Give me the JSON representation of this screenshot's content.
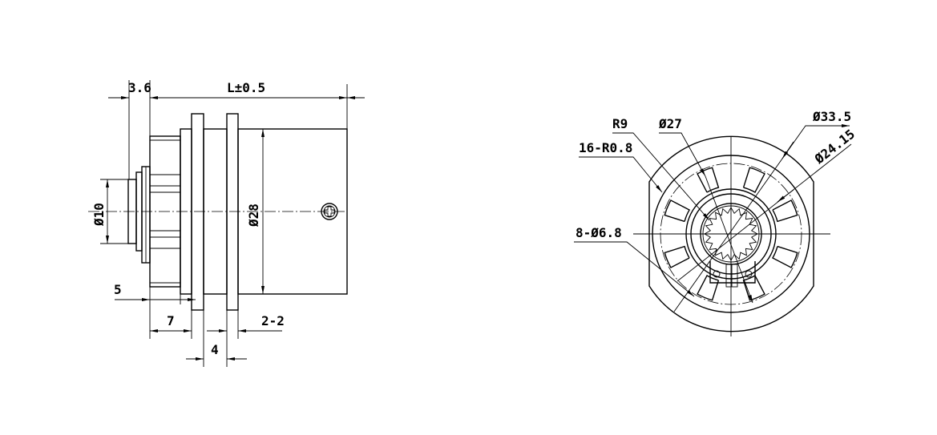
{
  "side_view": {
    "dims": {
      "flange_thickness": "3.6",
      "length": "L±0.5",
      "shaft_dia": "Ø10",
      "body_dia": "Ø28",
      "offset_5": "5",
      "hub_7": "7",
      "plate_4": "4",
      "plates_2_2": "2-2"
    }
  },
  "front_view": {
    "dims": {
      "radius": "R9",
      "dia_27": "Ø27",
      "fillets": "16-R0.8",
      "dia_33_5": "Ø33.5",
      "dia_24_15": "Ø24.15",
      "holes": "8-Ø6.8"
    },
    "slot_count": 8,
    "gear_teeth": 20
  }
}
